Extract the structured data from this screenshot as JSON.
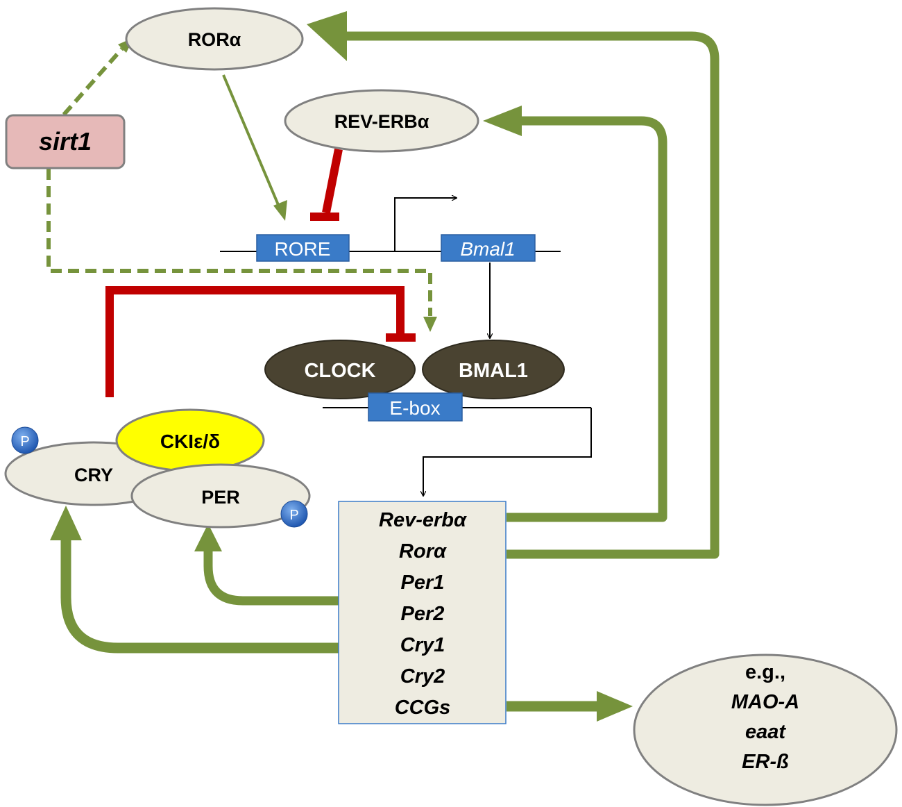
{
  "nodes": {
    "rora_protein": "RORα",
    "reverb_protein": "REV-ERBα",
    "sirt1": "sirt1",
    "rore": "RORE",
    "bmal1_gene": "Bmal1",
    "clock": "CLOCK",
    "bmal1_protein": "BMAL1",
    "ebox": "E-box",
    "cki": "CKIε/δ",
    "cry": "CRY",
    "per": "PER",
    "phospho": "P"
  },
  "target_genes": [
    "Rev-erbα",
    "Rorα",
    "Per1",
    "Per2",
    "Cry1",
    "Cry2",
    "CCGs"
  ],
  "outputs": [
    "e.g.,",
    "MAO-A",
    "eaat",
    "ER-ß"
  ],
  "colors": {
    "activation": "#76933c",
    "repression": "#c00000",
    "transcription": "#000000",
    "promoter_box": "#3a7bc8",
    "protein_light": "#eeece1",
    "protein_dark": "#4a4331",
    "kinase": "#ffff00",
    "sirt1_fill": "#e6b9b8",
    "phospho_fill": "#2e6bc4"
  }
}
